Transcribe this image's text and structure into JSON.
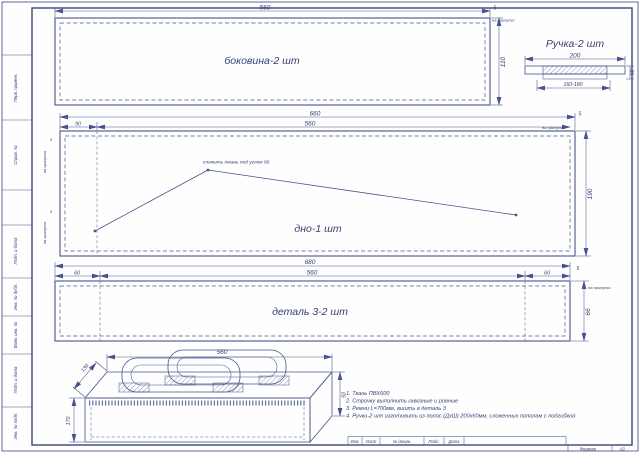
{
  "side": {
    "label": "боковина-2 шт",
    "dim_width": "560",
    "dim_height": "110",
    "dim_allowance": "5",
    "allowance_label": "на припуски"
  },
  "handle": {
    "title": "Ручка-2 шт",
    "dim_length": "200",
    "dim_range": "160-180",
    "dim_width": "50"
  },
  "bottom": {
    "label": "дно-1 шт",
    "fold_note": "сложить ткань под углом 90",
    "dim_total": "660",
    "dim_left": "90",
    "dim_inner": "560",
    "dim_height": "190",
    "dim_allowance": "5",
    "allowance_label": "на припуски"
  },
  "part3": {
    "label": "деталь 3-2 шт",
    "dim_total": "680",
    "dim_left": "60",
    "dim_inner": "560",
    "dim_right": "60",
    "dim_height": "66",
    "dim_allowance": "5",
    "allowance_label": "на припуски"
  },
  "assembly": {
    "dim_length": "560",
    "dim_depth": "130",
    "dim_height": "170",
    "dim_flap": "50"
  },
  "notes": [
    "1. Ткань ПВХ600",
    "2. Строчку выполнить сквозные и ровные",
    "3. Ремни L=700мм, вшить в деталь 3",
    "4. Ручки-2 шт изготовить из полос (ДхШ) 200х60мм, сложенных пополам с подгибкой"
  ],
  "margin_blocks": [
    "Перв. примен.",
    "Справ. №",
    "Подп. и дата",
    "Инв. № дубл.",
    "Взам. инв. №",
    "Подп. и дата",
    "Инв. № подл."
  ],
  "stamp": {
    "c1": "Изм.",
    "c2": "Лист",
    "c3": "№ докум.",
    "c4": "Подп.",
    "c5": "Дата"
  },
  "format": {
    "label": "Формат",
    "value": "А3"
  }
}
